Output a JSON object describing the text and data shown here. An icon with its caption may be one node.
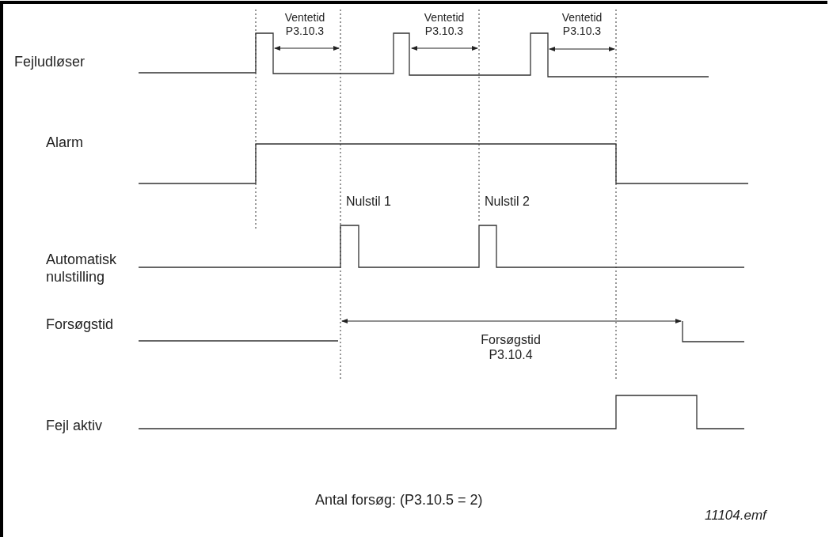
{
  "diagram": {
    "labels": [
      "Ventetid P3.10.3",
      "Ventetid P3.10.3",
      "Ventetid P3.10.3",
      "Fejludløser",
      "Alarm",
      "Nulstil 1",
      "Nulstil 2",
      "Automatisk nulstilling",
      "Forsøgstid",
      "Forsøgstid P3.10.4",
      "Fejl aktiv",
      "Antal forsøg: (P3.10.5 = 2)",
      "11104.emf"
    ]
  }
}
